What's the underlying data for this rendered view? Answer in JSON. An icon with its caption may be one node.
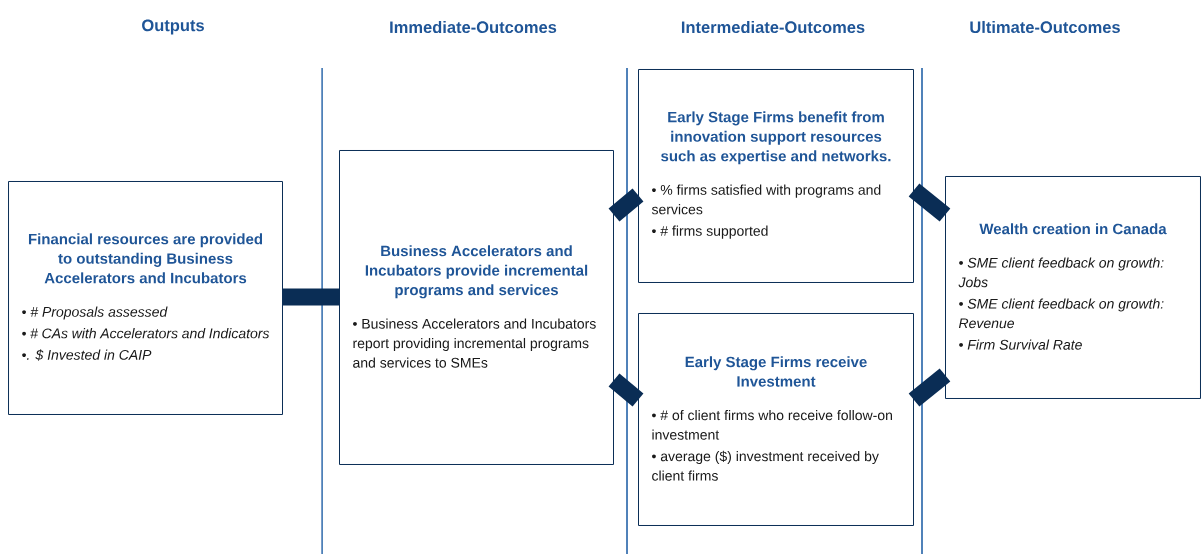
{
  "diagram": {
    "nodes": [
      {
        "text": [
          "Financial resources are provided to outstanding Business Accelerators and Incubators",
          "• # Proposals assessed",
          "• # CAs with Accelerators and Indicators",
          "•. $ Invested in CAIP"
        ]
      },
      {
        "text": [
          "Business Accelerators and Incubators provide incremental programs and services",
          "• Business Accelerators and Incubators report providing incremental programs and services to SMEs"
        ]
      },
      {
        "text": [
          "Early Stage Firms benefit from innovation support resources such as expertise and networks.",
          "• % firms satisfied with programs and services",
          "• # firms supported"
        ]
      },
      {
        "text": [
          "Early Stage Firms receive Investment",
          "• # of client firms who receive follow-on investment",
          "• average ($) investment received by client firms"
        ]
      },
      {
        "text": [
          "Wealth creation in Canada",
          "• SME client feedback on growth: Jobs",
          "• SME client feedback on growth: Revenue",
          "• Firm Survival Rate"
        ]
      }
    ],
    "edges": [
      {
        "from": 0,
        "to": 1,
        "arrow": "none"
      },
      {
        "from": 1,
        "to": 2,
        "arrow": "none"
      },
      {
        "from": 1,
        "to": 3,
        "arrow": "none"
      },
      {
        "from": 2,
        "to": 4,
        "arrow": "none"
      },
      {
        "from": 3,
        "to": 4,
        "arrow": "none"
      }
    ],
    "labels": [
      "Outputs",
      "Immediate-Outcomes",
      "Intermediate-Outcomes",
      "Ultimate-Outcomes"
    ]
  }
}
